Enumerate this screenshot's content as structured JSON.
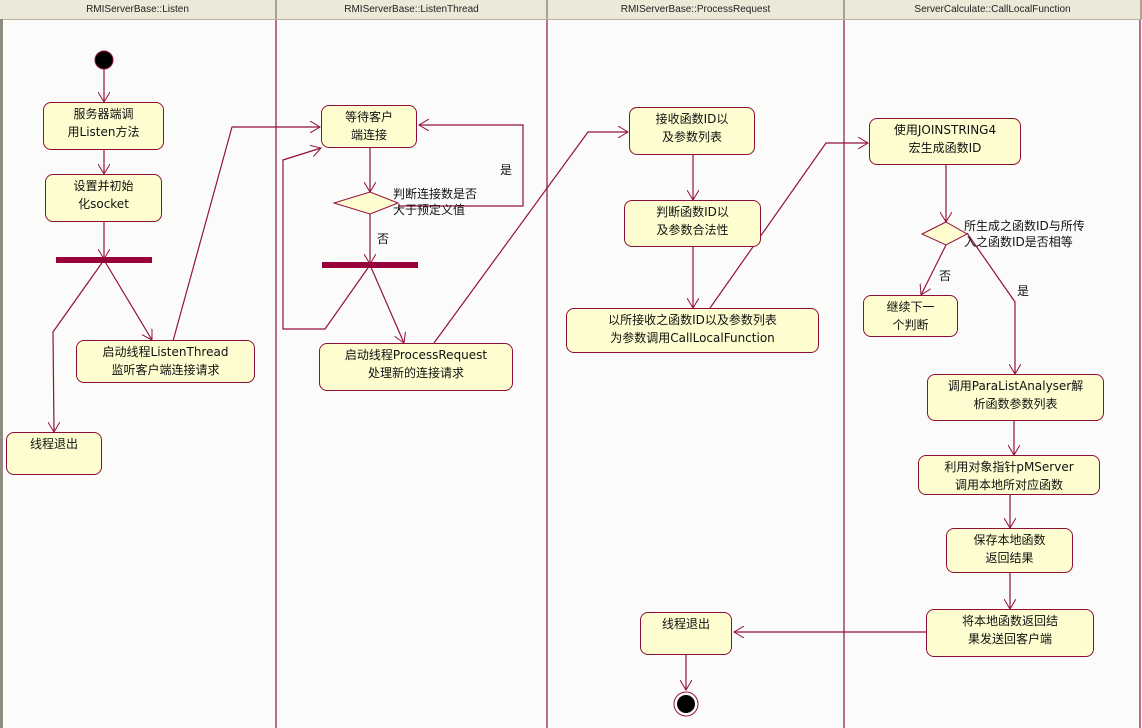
{
  "swimlanes": [
    {
      "title": "RMIServerBase::Listen"
    },
    {
      "title": "RMIServerBase::ListenThread"
    },
    {
      "title": "RMIServerBase::ProcessRequest"
    },
    {
      "title": "ServerCalculate::CallLocalFunction"
    }
  ],
  "colors": {
    "line": "#93103f",
    "node_fill": "#fdfdd0",
    "bar": "#98003a",
    "header_bg": "#ece9d8"
  },
  "nodes": {
    "listen_call": "服务器端调\n用Listen方法",
    "init_socket": "设置并初始\n化socket",
    "start_listen_thread": "启动线程ListenThread\n监听客户端连接请求",
    "listen_exit": "线程退出",
    "wait_client": "等待客户\n端连接",
    "start_process_request": "启动线程ProcessRequest\n处理新的连接请求",
    "recv_func_id": "接收函数ID以\n及参数列表",
    "check_func_id": "判断函数ID以\n及参数合法性",
    "call_local_function": "以所接收之函数ID以及参数列表\n为参数调用CallLocalFunction",
    "process_exit": "线程退出",
    "gen_func_id": "使用JOINSTRING4\n宏生成函数ID",
    "next_check": "继续下一\n个判断",
    "parse_params": "调用ParaListAnalyser解\n析函数参数列表",
    "call_via_pointer": "利用对象指针pMServer\n调用本地所对应函数",
    "save_result": "保存本地函数\n返回结果",
    "send_result": "将本地函数返回结\n果发送回客户端"
  },
  "decisions": {
    "conn_count": "判断连接数是否\n大于预定义值",
    "func_id_equal": "所生成之函数ID与所传\n入之函数ID是否相等"
  },
  "guards": {
    "conn_yes": "是",
    "conn_no": "否",
    "func_no": "否",
    "func_yes": "是"
  }
}
